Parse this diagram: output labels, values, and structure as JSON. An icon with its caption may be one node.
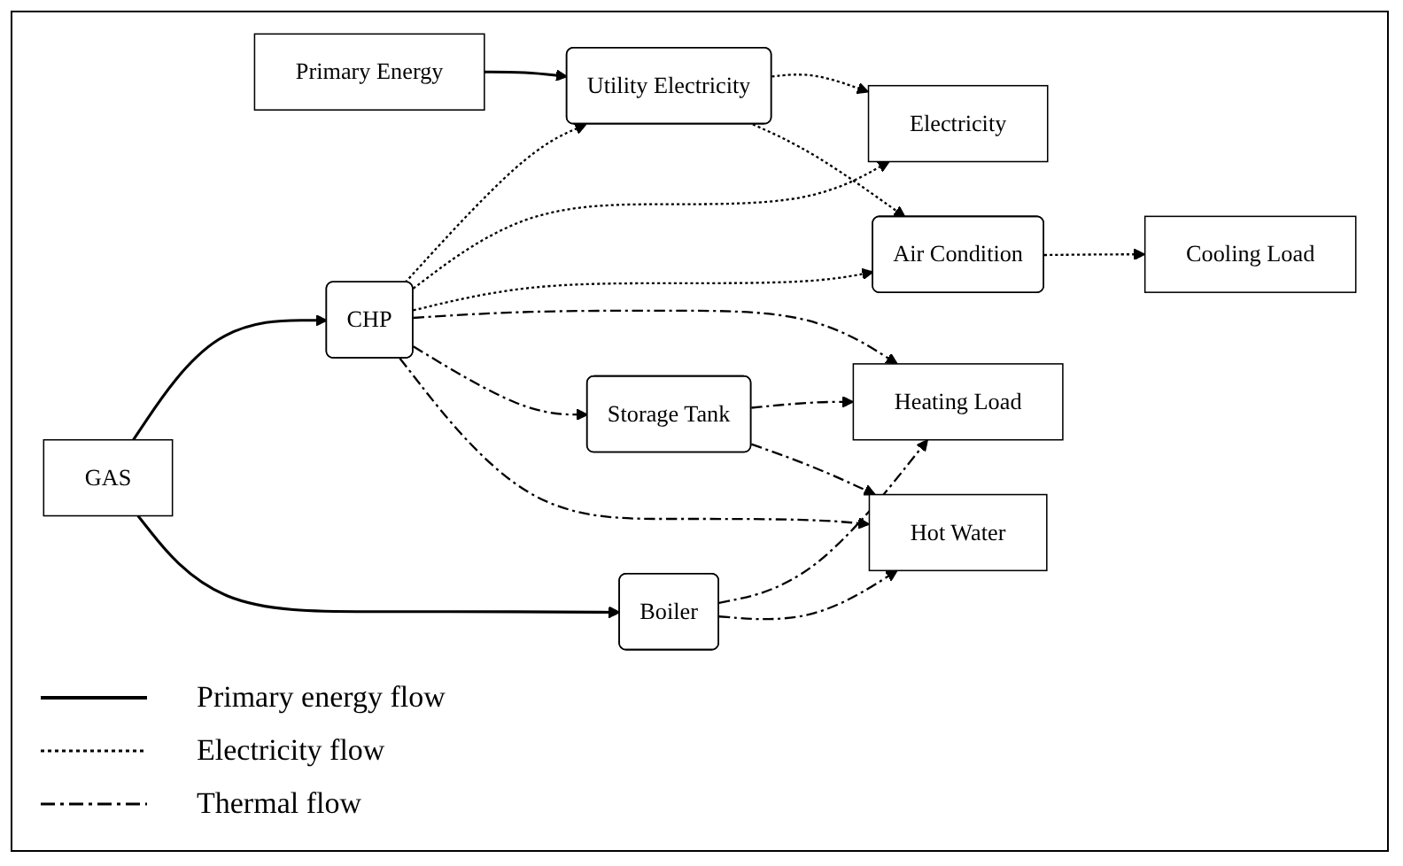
{
  "diagram": {
    "nodes": [
      {
        "text": [
          "Primary Energy"
        ]
      },
      {
        "text": [
          "Utility Electricity"
        ]
      },
      {
        "text": [
          "Electricity"
        ]
      },
      {
        "text": [
          "Air Condition"
        ]
      },
      {
        "text": [
          "Cooling Load"
        ]
      },
      {
        "text": [
          "GAS"
        ]
      },
      {
        "text": [
          "CHP"
        ]
      },
      {
        "text": [
          "Heating Load"
        ]
      },
      {
        "text": [
          "Storage Tank"
        ]
      },
      {
        "text": [
          "Boiler"
        ]
      },
      {
        "text": [
          "Hot Water"
        ]
      }
    ],
    "edges": [
      {
        "from": 0,
        "to": 1,
        "arrow": "to"
      },
      {
        "from": 1,
        "to": 2,
        "arrow": "to",
        "style": "dashed"
      },
      {
        "from": 1,
        "to": 3,
        "arrow": "to",
        "style": "dashed"
      },
      {
        "from": 3,
        "to": 4,
        "arrow": "to",
        "style": "dashed"
      },
      {
        "from": 6,
        "to": 1,
        "arrow": "to",
        "style": "dashed"
      },
      {
        "from": 6,
        "to": 2,
        "arrow": "to",
        "style": "dashed"
      },
      {
        "from": 6,
        "to": 3,
        "arrow": "to",
        "style": "dashed"
      },
      {
        "from": 5,
        "to": 6,
        "arrow": "to"
      },
      {
        "from": 5,
        "to": 9,
        "arrow": "to"
      },
      {
        "from": 6,
        "to": 7,
        "arrow": "to",
        "style": "dashed"
      },
      {
        "from": 6,
        "to": 8,
        "arrow": "to",
        "style": "dashed"
      },
      {
        "from": 6,
        "to": 10,
        "arrow": "to",
        "style": "dashed"
      },
      {
        "from": 8,
        "to": 7,
        "arrow": "to",
        "style": "dashed"
      },
      {
        "from": 8,
        "to": 10,
        "arrow": "to",
        "style": "dashed"
      },
      {
        "from": 9,
        "to": 7,
        "arrow": "to",
        "style": "dashed"
      },
      {
        "from": 9,
        "to": 10,
        "arrow": "to",
        "style": "dashed"
      }
    ],
    "legend": [
      {
        "text": "Primary energy flow"
      },
      {
        "text": "Electricity flow"
      },
      {
        "text": "Thermal flow"
      }
    ]
  }
}
